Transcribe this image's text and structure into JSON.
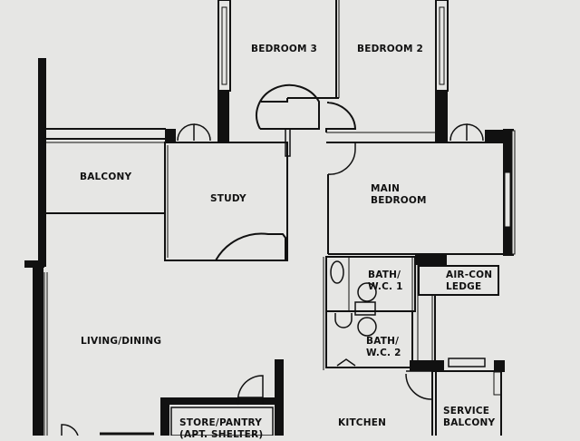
{
  "floor_plan": {
    "title": "",
    "background_color": "#e6e6e4",
    "wall_color": "#111111",
    "rooms": [
      {
        "id": "bedroom-3",
        "label": "BEDROOM 3"
      },
      {
        "id": "bedroom-2",
        "label": "BEDROOM 2"
      },
      {
        "id": "balcony",
        "label": "BALCONY"
      },
      {
        "id": "study",
        "label": "STUDY"
      },
      {
        "id": "main-bedroom",
        "label_line1": "MAIN",
        "label_line2": "BEDROOM"
      },
      {
        "id": "bath-wc-1",
        "label_line1": "BATH/",
        "label_line2": "W.C. 1"
      },
      {
        "id": "aircon-ledge",
        "label_line1": "AIR-CON",
        "label_line2": "LEDGE"
      },
      {
        "id": "bath-wc-2",
        "label_line1": "BATH/",
        "label_line2": "W.C. 2"
      },
      {
        "id": "living-dining",
        "label": "LIVING/DINING"
      },
      {
        "id": "store-pantry",
        "label_line1": "STORE/PANTRY",
        "label_line2": "(APT. SHELTER)"
      },
      {
        "id": "kitchen",
        "label": "KITCHEN"
      },
      {
        "id": "service-balcony",
        "label_line1": "SERVICE",
        "label_line2": "BALCONY"
      }
    ]
  }
}
